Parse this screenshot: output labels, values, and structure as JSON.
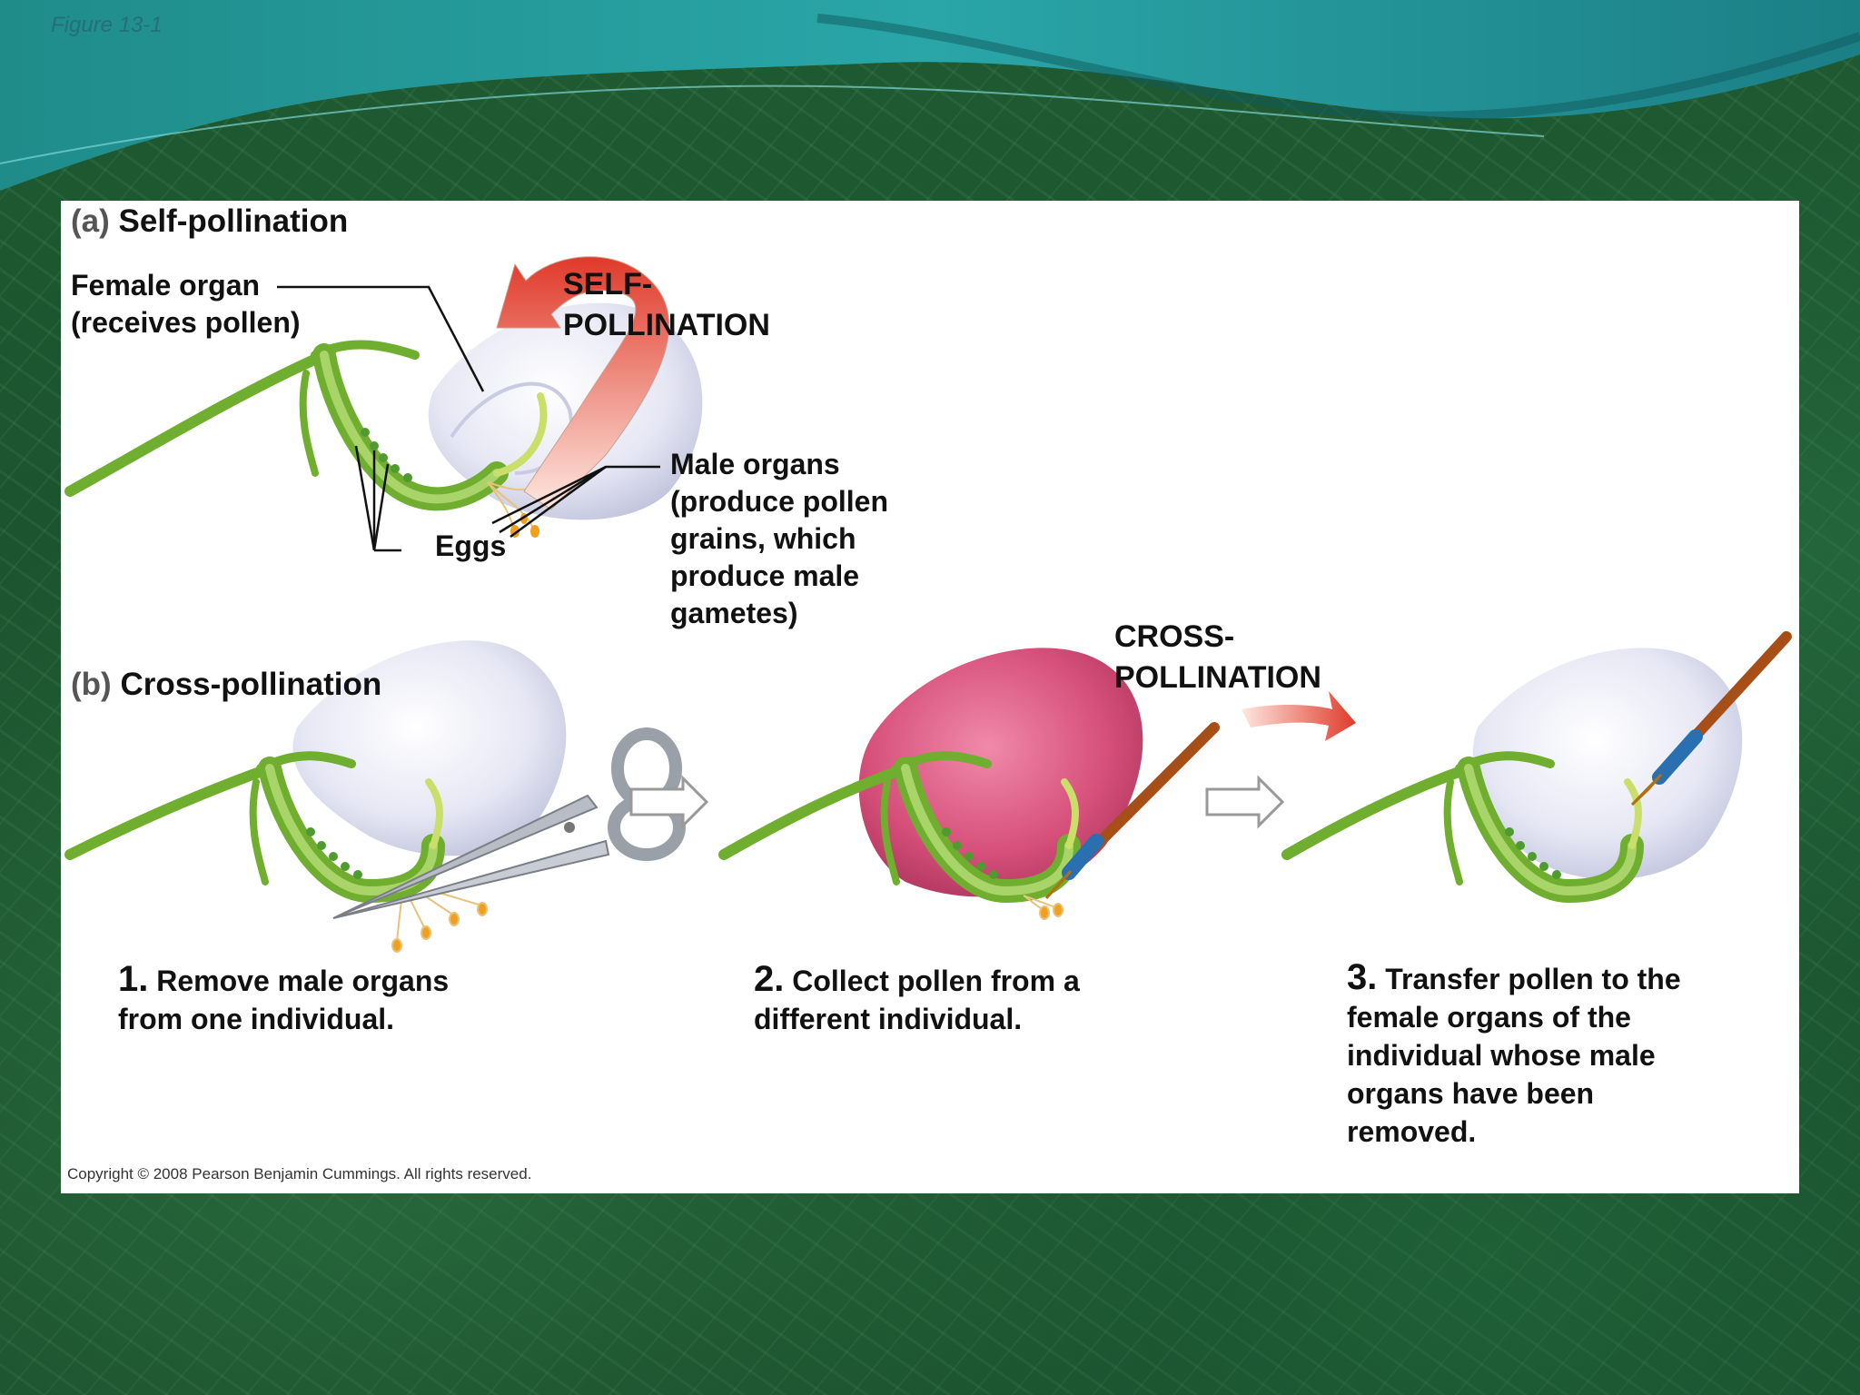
{
  "figure_label": "Figure 13-1",
  "part_a": {
    "letter": "(a)",
    "title": "Self-pollination",
    "female_organ_line1": "Female organ",
    "female_organ_line2": "(receives pollen)",
    "arrow_line1": "SELF-",
    "arrow_line2": "POLLINATION",
    "male_line1": "Male organs",
    "male_line2": "(produce pollen",
    "male_line3": "grains, which",
    "male_line4": "produce male",
    "male_line5": "gametes)",
    "eggs": "Eggs"
  },
  "part_b": {
    "letter": "(b)",
    "title": "Cross-pollination",
    "arrow_line1": "CROSS-",
    "arrow_line2": "POLLINATION",
    "step1": {
      "num": "1.",
      "line1": "Remove male organs",
      "line2": "from one individual."
    },
    "step2": {
      "num": "2.",
      "line1": "Collect pollen from a",
      "line2": "different individual."
    },
    "step3": {
      "num": "3.",
      "line1": "Transfer pollen to the",
      "line2": "female organs of the",
      "line3": "individual whose male",
      "line4": "organs have been",
      "line5": "removed."
    }
  },
  "copyright": "Copyright © 2008 Pearson Benjamin Cummings. All rights reserved.",
  "colors": {
    "stem_green": "#6fae2e",
    "petal_lavender": "#e3e4f2",
    "petal_pink": "#d6507a",
    "arrow_red": "#e03a2a",
    "pollen_orange": "#f0a020"
  }
}
